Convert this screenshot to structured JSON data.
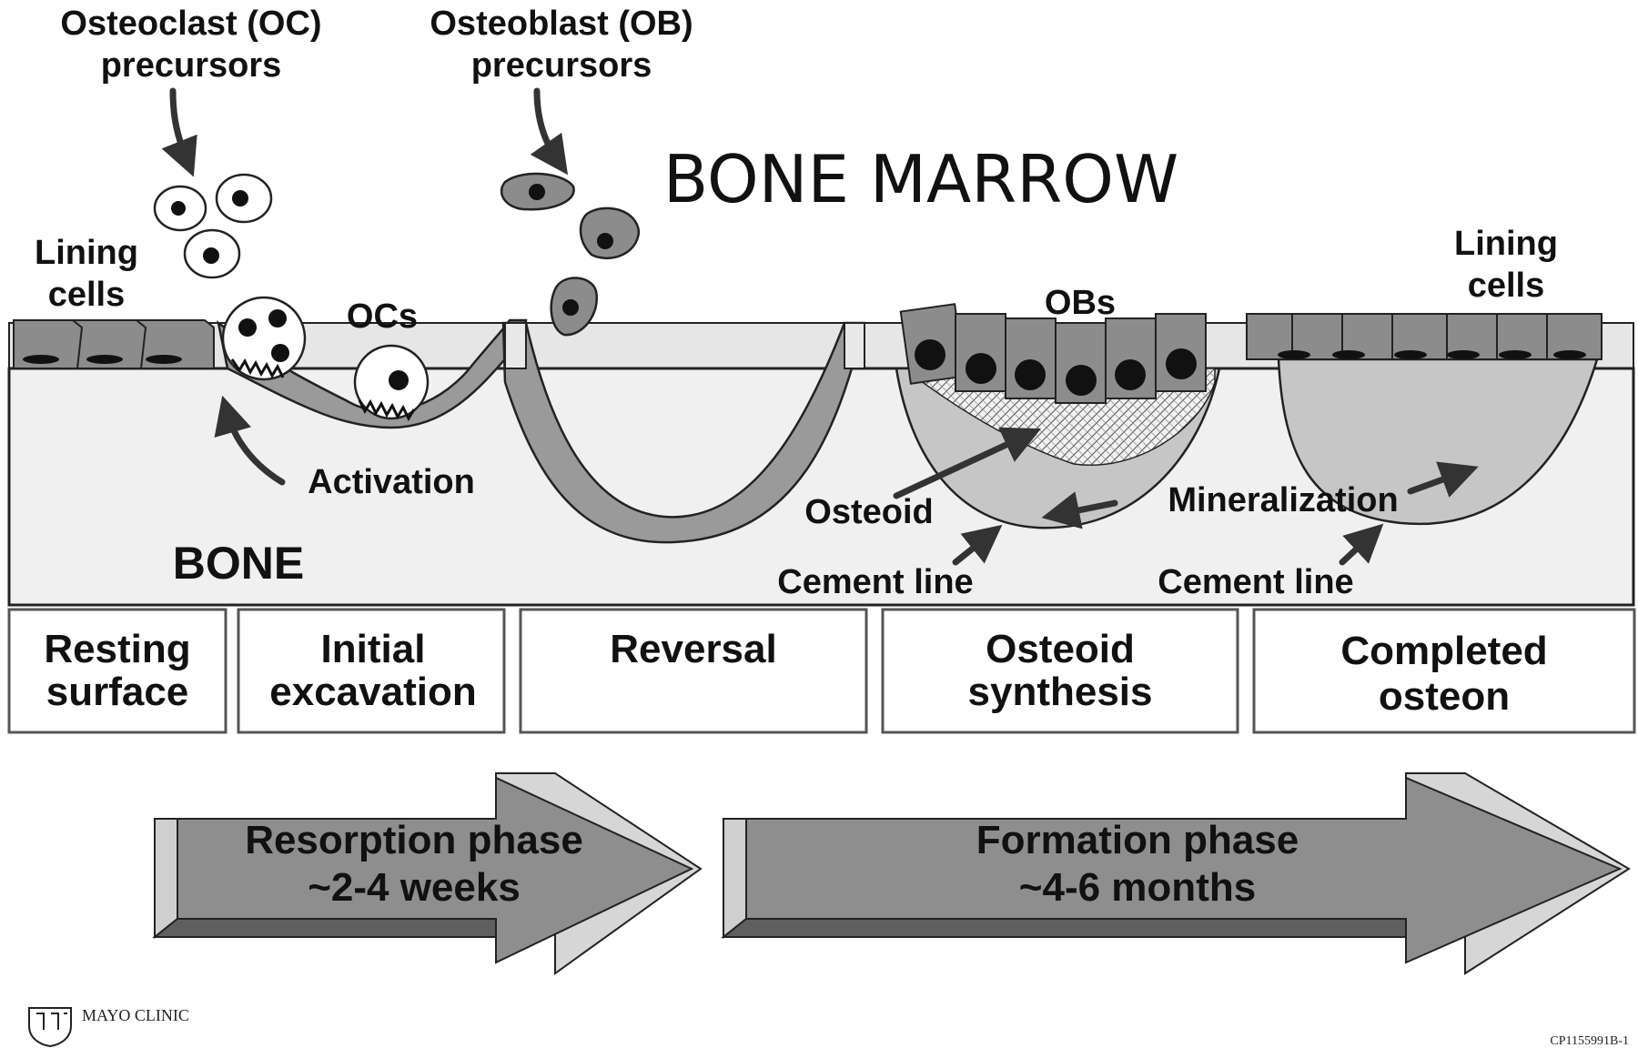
{
  "labels": {
    "oc_precursors_l1": "Osteoclast (OC)",
    "oc_precursors_l2": "precursors",
    "ob_precursors_l1": "Osteoblast (OB)",
    "ob_precursors_l2": "precursors",
    "bone_marrow": "BONE MARROW",
    "lining_cells_left_l1": "Lining",
    "lining_cells_left_l2": "cells",
    "lining_cells_right_l1": "Lining",
    "lining_cells_right_l2": "cells",
    "ocs": "OCs",
    "obs": "OBs",
    "activation": "Activation",
    "bone": "BONE",
    "osteoid": "Osteoid",
    "mineralization": "Mineralization",
    "cement_line_1": "Cement line",
    "cement_line_2": "Cement line"
  },
  "stages": [
    {
      "line1": "Resting",
      "line2": "surface"
    },
    {
      "line1": "Initial",
      "line2": "excavation"
    },
    {
      "line1": "Reversal",
      "line2": ""
    },
    {
      "line1": "Osteoid",
      "line2": "synthesis"
    },
    {
      "line1": "Completed",
      "line2": "osteon"
    }
  ],
  "phases": [
    {
      "line1": "Resorption phase",
      "line2": "~2-4 weeks"
    },
    {
      "line1": "Formation phase",
      "line2": "~4-6 months"
    }
  ],
  "footer": {
    "logo_text": "MAYO CLINIC",
    "code": "CP1155991B-1"
  },
  "colors": {
    "bone_fill": "#f0f0f0",
    "cell_fill": "#8c8c8c",
    "layer_fill": "#9a9a9a",
    "arrow_fill": "#8e8e8e",
    "arrow_light": "#d2d2d2",
    "arrow_dark": "#5a5a5a",
    "ink": "#111111"
  }
}
